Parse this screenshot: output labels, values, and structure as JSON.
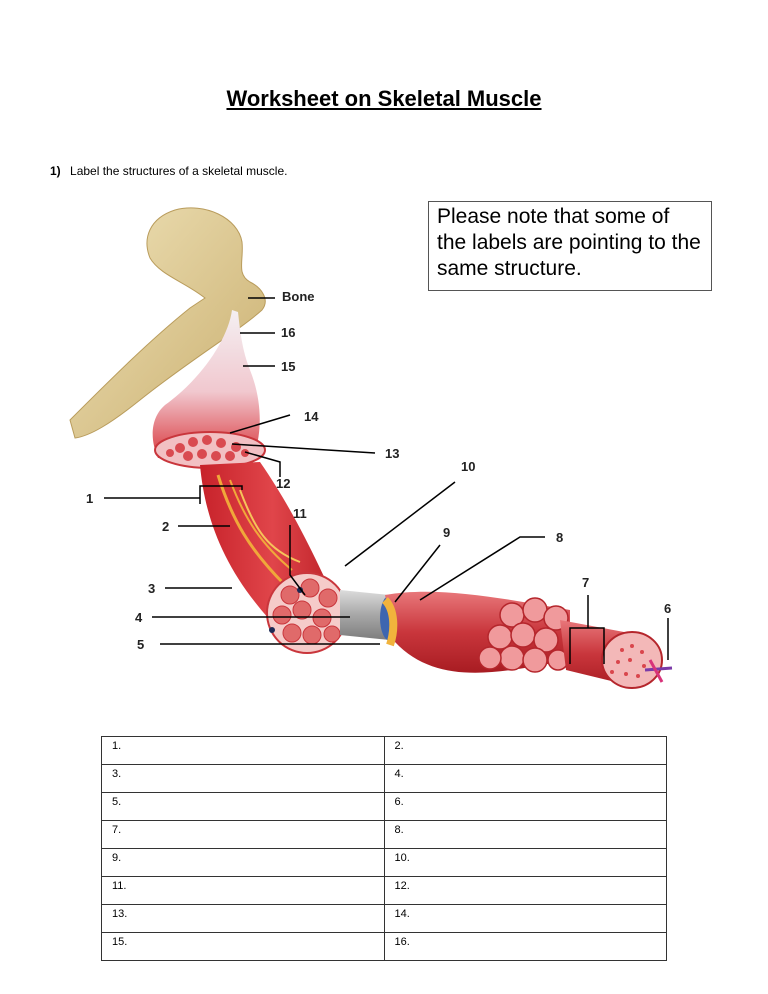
{
  "title": "Worksheet on Skeletal Muscle",
  "question": {
    "number": "1)",
    "text": "Label the structures of a skeletal muscle."
  },
  "note": "Please note that some of the labels are pointing to the same structure.",
  "diagram": {
    "labels": {
      "bone": "Bone",
      "l1": "1",
      "l2": "2",
      "l3": "3",
      "l4": "4",
      "l5": "5",
      "l6": "6",
      "l7": "7",
      "l8": "8",
      "l9": "9",
      "l10": "10",
      "l11": "11",
      "l12": "12",
      "l13": "13",
      "l14": "14",
      "l15": "15",
      "l16": "16"
    }
  },
  "answers": [
    [
      "1.",
      "2."
    ],
    [
      "3.",
      "4."
    ],
    [
      "5.",
      "6."
    ],
    [
      "7.",
      "8."
    ],
    [
      "9.",
      "10."
    ],
    [
      "11.",
      "12."
    ],
    [
      "13.",
      "14."
    ],
    [
      "15.",
      "16."
    ]
  ]
}
